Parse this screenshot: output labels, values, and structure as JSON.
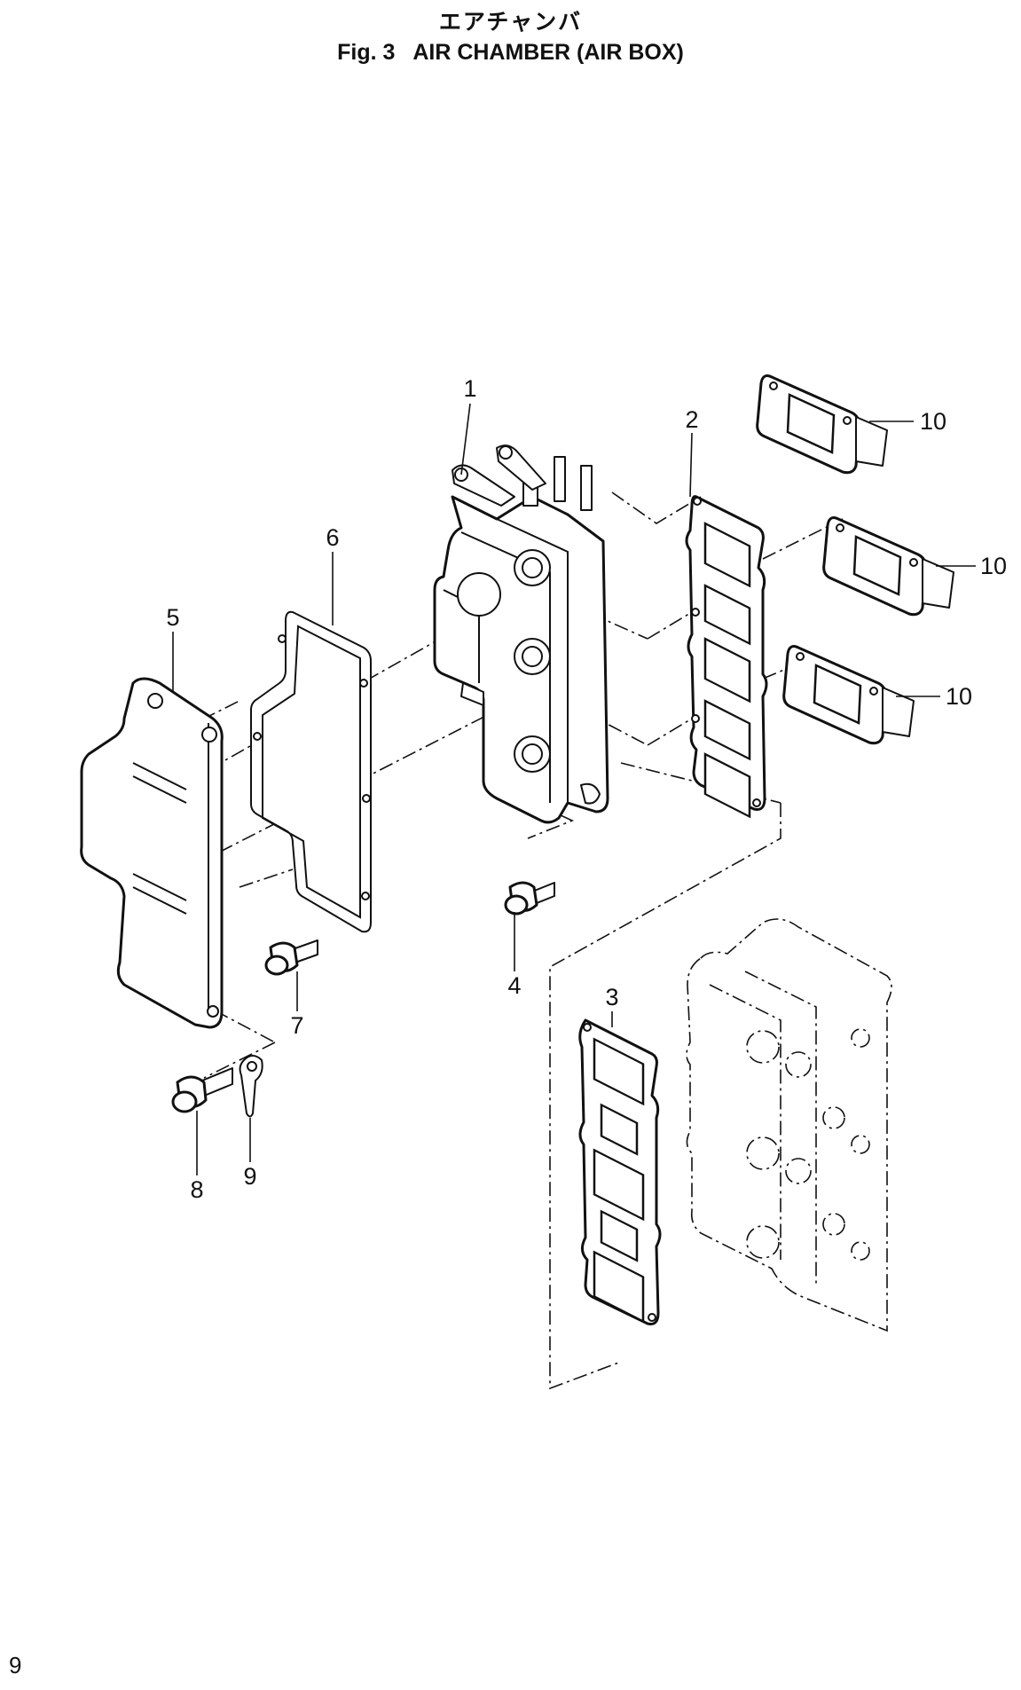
{
  "title": {
    "japanese": "エアチャンバ",
    "english": "Fig. 3   AIR CHAMBER (AIR BOX)"
  },
  "page_number": "9",
  "callouts": [
    {
      "id": "1",
      "label": "1"
    },
    {
      "id": "2",
      "label": "2"
    },
    {
      "id": "3",
      "label": "3"
    },
    {
      "id": "4",
      "label": "4"
    },
    {
      "id": "5",
      "label": "5"
    },
    {
      "id": "6",
      "label": "6"
    },
    {
      "id": "7",
      "label": "7"
    },
    {
      "id": "8",
      "label": "8"
    },
    {
      "id": "9",
      "label": "9"
    },
    {
      "id": "10a",
      "label": "10"
    },
    {
      "id": "10b",
      "label": "10"
    },
    {
      "id": "10c",
      "label": "10"
    }
  ]
}
